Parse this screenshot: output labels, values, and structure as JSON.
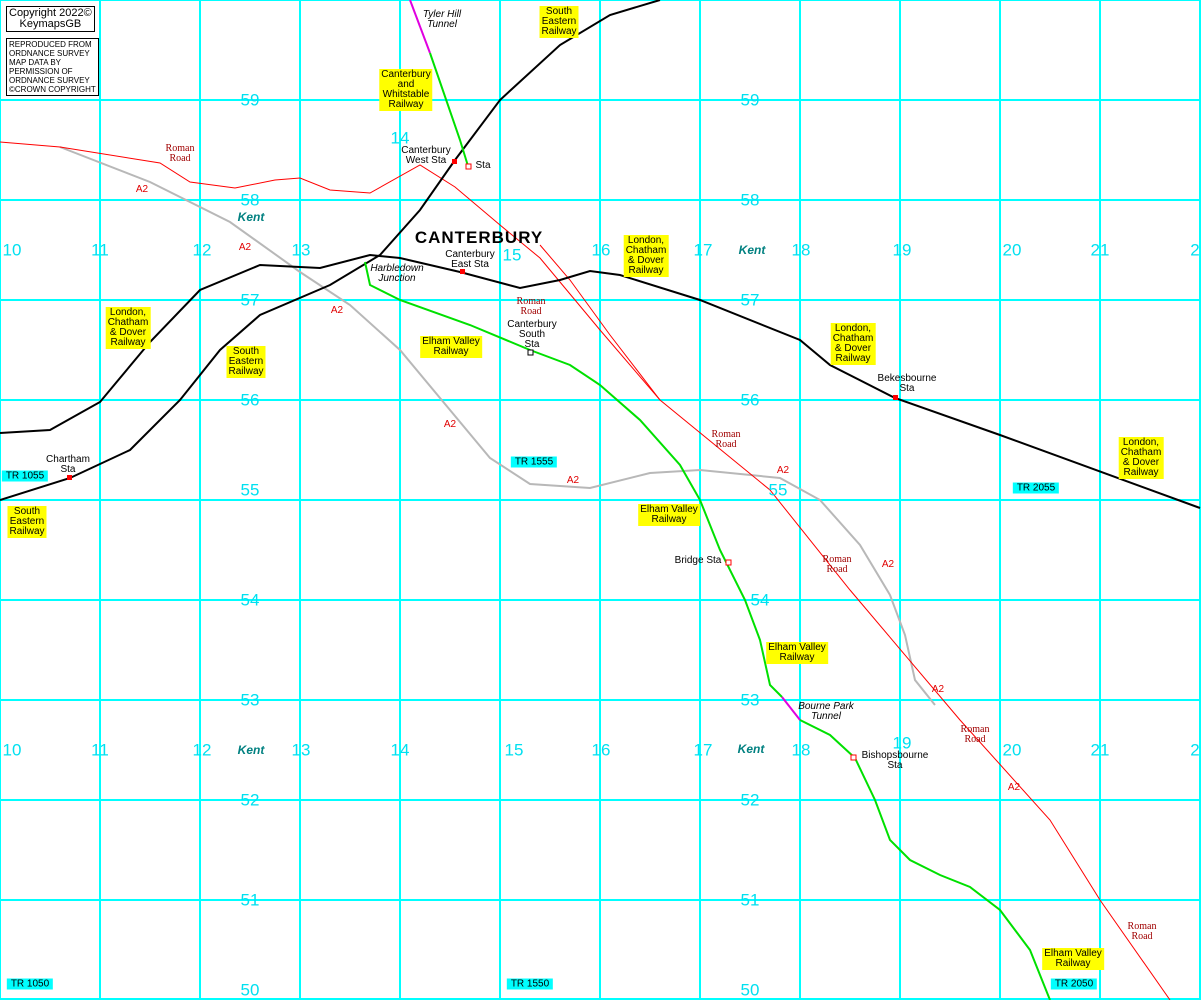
{
  "copyright": {
    "line1": "Copyright 2022©",
    "line2": "KeymapsGB"
  },
  "os_notice": "REPRODUCED FROM\nORDNANCE SURVEY\nMAP DATA BY\nPERMISSION OF\nORDNANCE SURVEY\n©CROWN COPYRIGHT",
  "colors": {
    "grid": "#00ffff",
    "railway": "#000000",
    "elham": "#00e000",
    "tunnel": "#e000e0",
    "roman_road": "#ff0000",
    "a2": "#b8b8b8",
    "label_bg": "#ffff00",
    "county": "#008080"
  },
  "city": "CANTERBURY",
  "eastings": [
    "10",
    "11",
    "12",
    "13",
    "14",
    "15",
    "16",
    "17",
    "18",
    "19",
    "20",
    "21",
    "2"
  ],
  "northings": [
    "59",
    "58",
    "57",
    "56",
    "55",
    "54",
    "53",
    "52",
    "51",
    "50"
  ],
  "grid_refs": [
    "TR 1055",
    "TR 1555",
    "TR 2055",
    "TR 1050",
    "TR 1550",
    "TR 2050"
  ],
  "county": "Kent",
  "railways": {
    "lcdr": "London,\nChatham\n& Dover\nRailway",
    "ser": "South\nEastern\nRailway",
    "evr": "Elham Valley\nRailway",
    "cwr": "Canterbury\nand\nWhitstable\nRailway"
  },
  "tunnels": {
    "tyler": "Tyler Hill\nTunnel",
    "bourne": "Bourne Park\nTunnel"
  },
  "junction": "Harbledown\nJunction",
  "stations": {
    "west": "Canterbury\nWest Sta",
    "sta": "Sta",
    "east": "Canterbury\nEast Sta",
    "south": "Canterbury\nSouth\nSta",
    "bekesbourne": "Bekesbourne\nSta",
    "chartham": "Chartham\nSta",
    "bridge": "Bridge Sta",
    "bishopsbourne": "Bishopsbourne\nSta"
  },
  "roads": {
    "a2": "A2",
    "roman": "Roman\nRoad"
  }
}
